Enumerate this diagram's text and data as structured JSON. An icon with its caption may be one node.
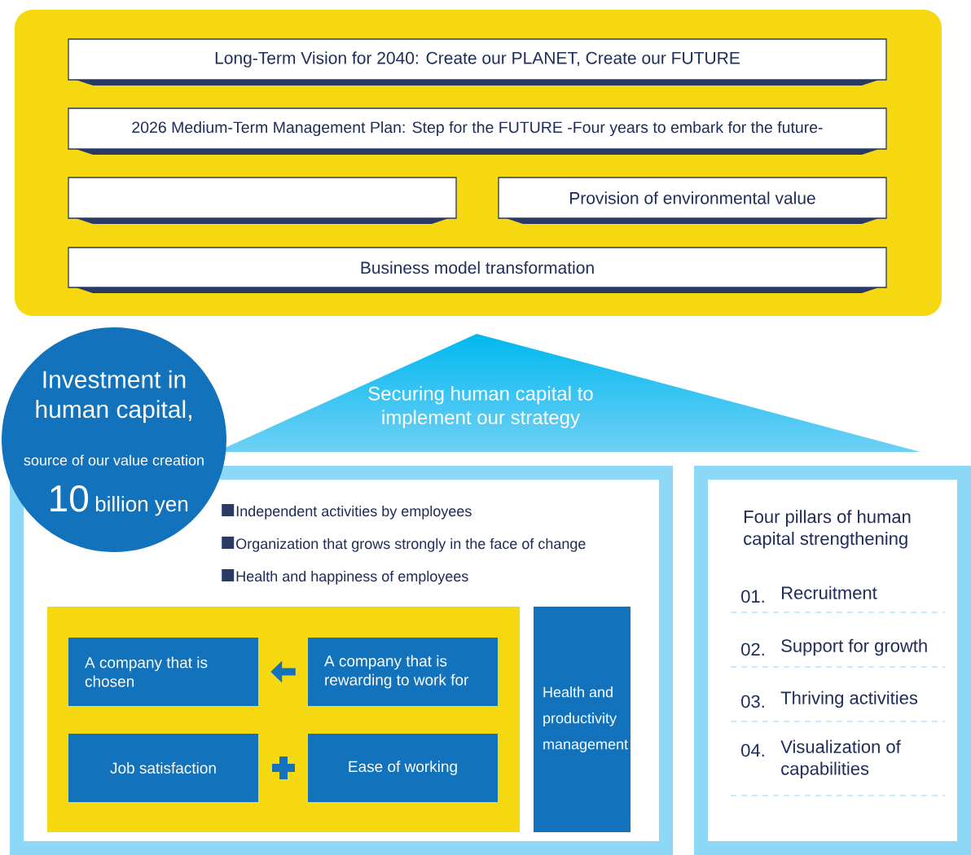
{
  "diagram": {
    "nodes": [
      {
        "text": [
          "Long-Term Vision for 2040: Create our PLANET, Create our FUTURE"
        ]
      },
      {
        "text": [
          "2026 Medium-Term Management Plan: Step for the FUTURE -Four years to embark for the future-"
        ]
      },
      {
        "text": [],
        "shape": "box"
      },
      {
        "text": [
          "Provision of environmental value"
        ]
      },
      {
        "text": [
          "Business model transformation"
        ]
      },
      {
        "text": [
          "Securing human capital to implement our strategy"
        ]
      },
      {
        "text": [
          "Investment in human capital,",
          "source of our value creation",
          "10",
          "billion yen"
        ]
      },
      {
        "text": [
          "Independent activities by employees",
          "Organization that grows strongly in the face of change",
          "Health and happiness of employees"
        ]
      },
      {
        "text": [],
        "shape": "box",
        "in": 7
      },
      {
        "text": [
          "A company that is chosen"
        ],
        "in": 8
      },
      {
        "text": [
          "A company that is rewarding to work for"
        ],
        "in": 8
      },
      {
        "text": [
          "Job satisfaction"
        ],
        "in": 8
      },
      {
        "text": [
          "Ease of working"
        ],
        "in": 8
      },
      {
        "text": [
          "Health and productivity management"
        ],
        "in": 7
      },
      {
        "text": [
          "Four pillars of human capital strengthening",
          "01.",
          "Recruitment",
          "02.",
          "Support for growth",
          "03.",
          "Thriving activities",
          "04.",
          "Visualization of capabilities"
        ]
      }
    ],
    "edges": [
      {
        "from": 10,
        "to": 9,
        "arrow": "to"
      }
    ]
  }
}
